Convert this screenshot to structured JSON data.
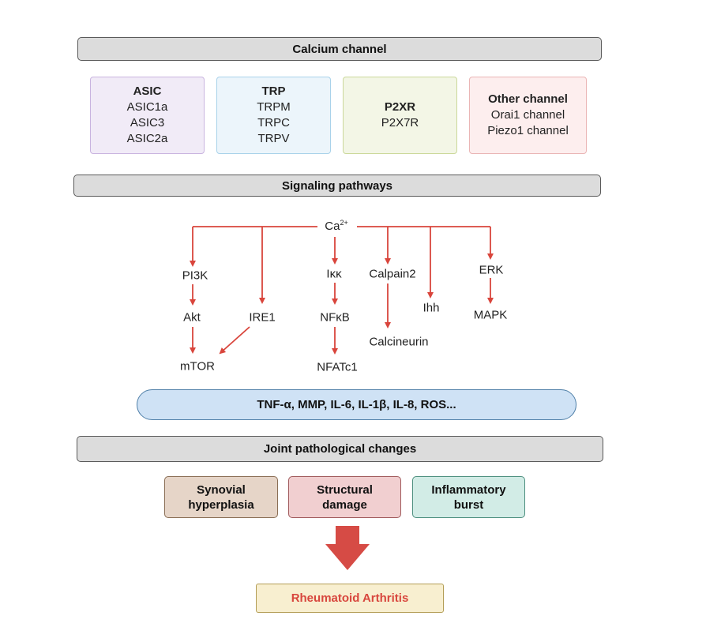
{
  "calcium_channel": {
    "header": "Calcium channel",
    "boxes": [
      {
        "title": "ASIC",
        "items": [
          "ASIC1a",
          "ASIC3",
          "ASIC2a"
        ]
      },
      {
        "title": "TRP",
        "items": [
          "TRPM",
          "TRPC",
          "TRPV"
        ]
      },
      {
        "title": "P2XR",
        "items": [
          "P2X7R"
        ]
      },
      {
        "title": "Other channel",
        "items": [
          "Orai1 channel",
          "Piezo1 channel"
        ]
      }
    ]
  },
  "signaling": {
    "header": "Signaling pathways",
    "ca_base": "Ca",
    "ca_sup": "2+",
    "nodes": {
      "pi3k": "PI3K",
      "akt": "Akt",
      "mtor": "mTOR",
      "ire1": "IRE1",
      "ikk": "Iκκ",
      "nfkb": "NFκB",
      "nfatc1": "NFATc1",
      "calpain2": "Calpain2",
      "calcineurin": "Calcineurin",
      "ihh": "Ihh",
      "erk": "ERK",
      "mapk": "MAPK"
    }
  },
  "mediators": "TNF-α, MMP, IL-6, IL-1β,  IL-8, ROS...",
  "joint": {
    "header": "Joint pathological changes",
    "changes": [
      {
        "line1": "Synovial",
        "line2": "hyperplasia"
      },
      {
        "line1": "Structural",
        "line2": "damage"
      },
      {
        "line1": "Inflammatory",
        "line2": "burst"
      }
    ]
  },
  "outcome": "Rheumatoid Arthritis",
  "colors": {
    "arrow": "#d9453c",
    "big_arrow": "#d64b45",
    "outcome_text": "#d8473e"
  }
}
